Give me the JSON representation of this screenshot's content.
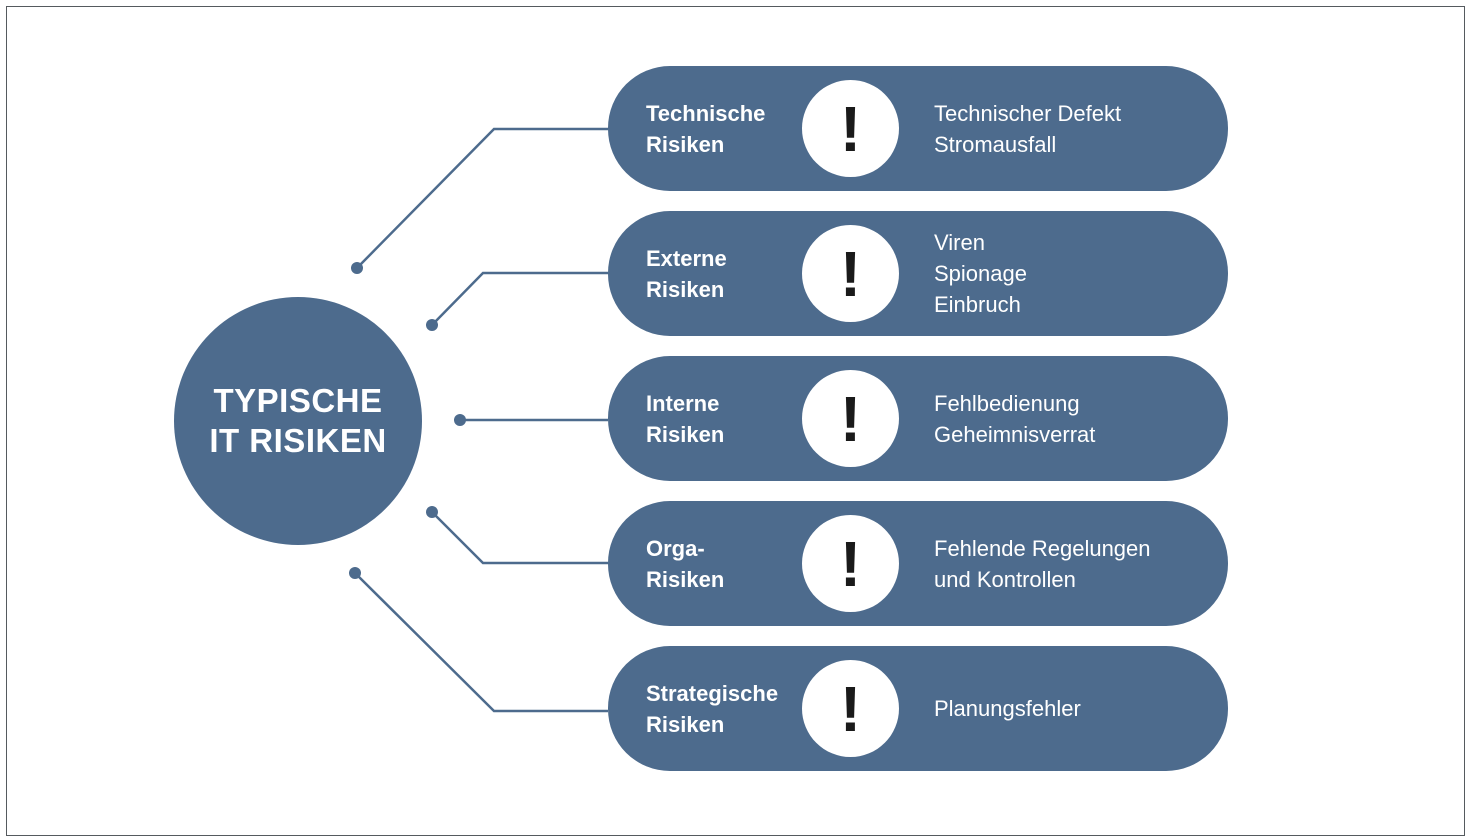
{
  "hub": {
    "line1": "TYPISCHE",
    "line2": "IT RISIKEN"
  },
  "colors": {
    "fill": "#4d6b8d",
    "icon_bg": "#ffffff",
    "icon_fg": "#1a1a1a",
    "frame": "#555a5e"
  },
  "categories": [
    {
      "title_line1": "Technische",
      "title_line2": "Risiken",
      "icon": "exclamation-icon",
      "icon_glyph": "!",
      "items": [
        "Technischer Defekt",
        "Stromausfall"
      ]
    },
    {
      "title_line1": "Externe",
      "title_line2": "Risiken",
      "icon": "exclamation-icon",
      "icon_glyph": "!",
      "items": [
        "Viren",
        "Spionage",
        "Einbruch"
      ]
    },
    {
      "title_line1": "Interne",
      "title_line2": "Risiken",
      "icon": "exclamation-icon",
      "icon_glyph": "!",
      "items": [
        "Fehlbedienung",
        "Geheimnisverrat"
      ]
    },
    {
      "title_line1": "Orga-",
      "title_line2": "Risiken",
      "icon": "exclamation-icon",
      "icon_glyph": "!",
      "items": [
        "Fehlende Regelungen",
        "und Kontrollen"
      ]
    },
    {
      "title_line1": "Strategische",
      "title_line2": "Risiken",
      "icon": "exclamation-icon",
      "icon_glyph": "!",
      "items": [
        "Planungsfehler"
      ]
    }
  ]
}
